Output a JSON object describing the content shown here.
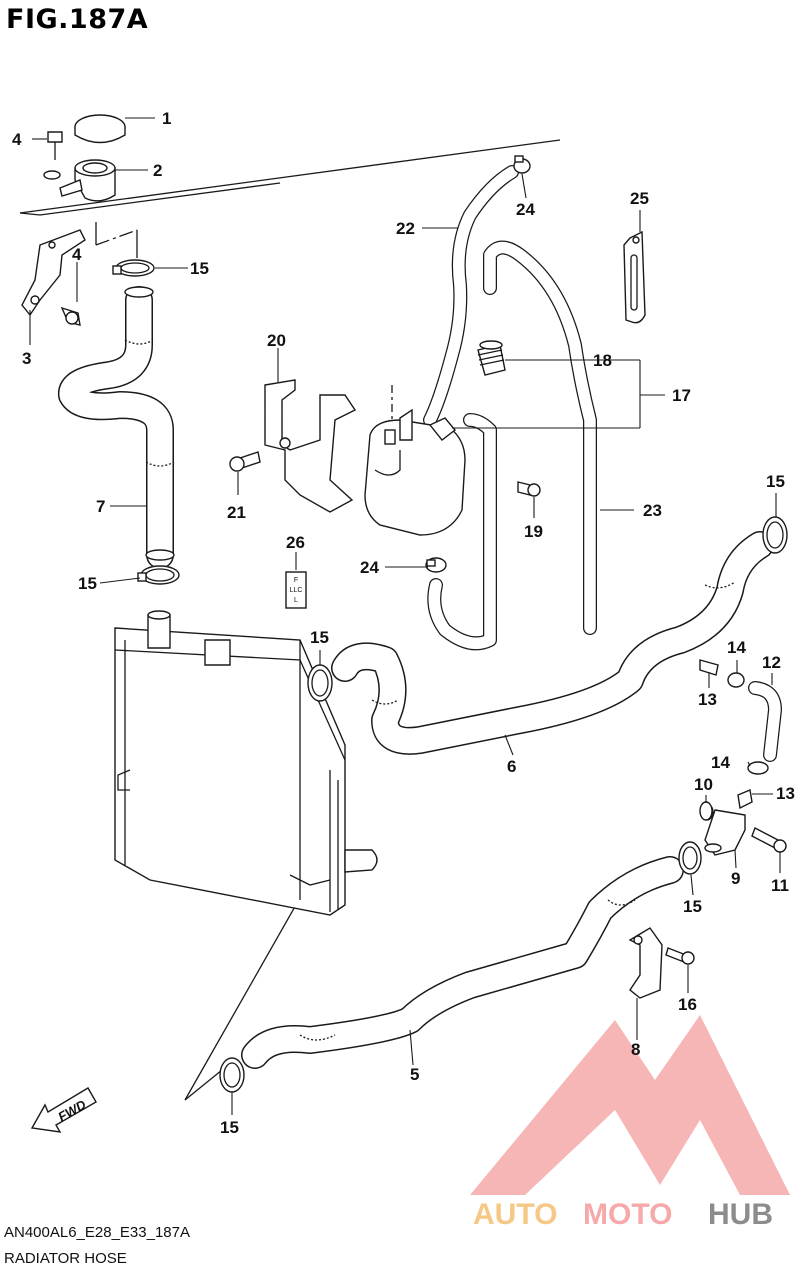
{
  "figure": {
    "title": "FIG.187A",
    "model_code": "AN400AL6_E28_E33_187A",
    "section_name": "RADIATOR HOSE"
  },
  "parts": [
    {
      "ref": "1"
    },
    {
      "ref": "2"
    },
    {
      "ref": "3"
    },
    {
      "ref": "4"
    },
    {
      "ref": "4"
    },
    {
      "ref": "5"
    },
    {
      "ref": "6"
    },
    {
      "ref": "7"
    },
    {
      "ref": "8"
    },
    {
      "ref": "9"
    },
    {
      "ref": "10"
    },
    {
      "ref": "11"
    },
    {
      "ref": "12"
    },
    {
      "ref": "13"
    },
    {
      "ref": "13"
    },
    {
      "ref": "14"
    },
    {
      "ref": "14"
    },
    {
      "ref": "15"
    },
    {
      "ref": "15"
    },
    {
      "ref": "15"
    },
    {
      "ref": "15"
    },
    {
      "ref": "15"
    },
    {
      "ref": "15"
    },
    {
      "ref": "16"
    },
    {
      "ref": "17"
    },
    {
      "ref": "18"
    },
    {
      "ref": "19"
    },
    {
      "ref": "20"
    },
    {
      "ref": "21"
    },
    {
      "ref": "22"
    },
    {
      "ref": "23"
    },
    {
      "ref": "24"
    },
    {
      "ref": "24"
    },
    {
      "ref": "25"
    },
    {
      "ref": "26"
    }
  ],
  "llc_label": {
    "line1": "F",
    "line2": "LLC",
    "line3": "L"
  },
  "fwd_arrow": {
    "label": "FWD"
  },
  "watermark": {
    "text_part1": "AUTO",
    "text_part2": "MOTO",
    "text_part3": "HUB",
    "color_primary": "#f4a0a0",
    "color_accent": "#f5c37a",
    "color_dark": "#808080"
  }
}
